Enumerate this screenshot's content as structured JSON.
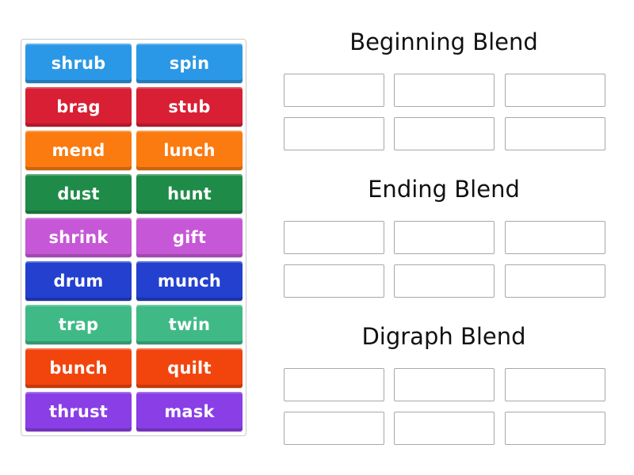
{
  "tiles": [
    {
      "label": "shrub",
      "color": "#2a98e6"
    },
    {
      "label": "spin",
      "color": "#2a98e6"
    },
    {
      "label": "brag",
      "color": "#d81f33"
    },
    {
      "label": "stub",
      "color": "#d81f33"
    },
    {
      "label": "mend",
      "color": "#fb7b10"
    },
    {
      "label": "lunch",
      "color": "#fb7b10"
    },
    {
      "label": "dust",
      "color": "#1f8b48"
    },
    {
      "label": "hunt",
      "color": "#1f8b48"
    },
    {
      "label": "shrink",
      "color": "#c657d6"
    },
    {
      "label": "gift",
      "color": "#c657d6"
    },
    {
      "label": "drum",
      "color": "#2340cf"
    },
    {
      "label": "munch",
      "color": "#2340cf"
    },
    {
      "label": "trap",
      "color": "#3fba86"
    },
    {
      "label": "twin",
      "color": "#3fba86"
    },
    {
      "label": "bunch",
      "color": "#f2450d"
    },
    {
      "label": "quilt",
      "color": "#f2450d"
    },
    {
      "label": "thrust",
      "color": "#8a3ee6"
    },
    {
      "label": "mask",
      "color": "#8a3ee6"
    }
  ],
  "groups": [
    {
      "title": "Beginning Blend",
      "slots": 6
    },
    {
      "title": "Ending Blend",
      "slots": 6
    },
    {
      "title": "Digraph Blend",
      "slots": 6
    }
  ]
}
